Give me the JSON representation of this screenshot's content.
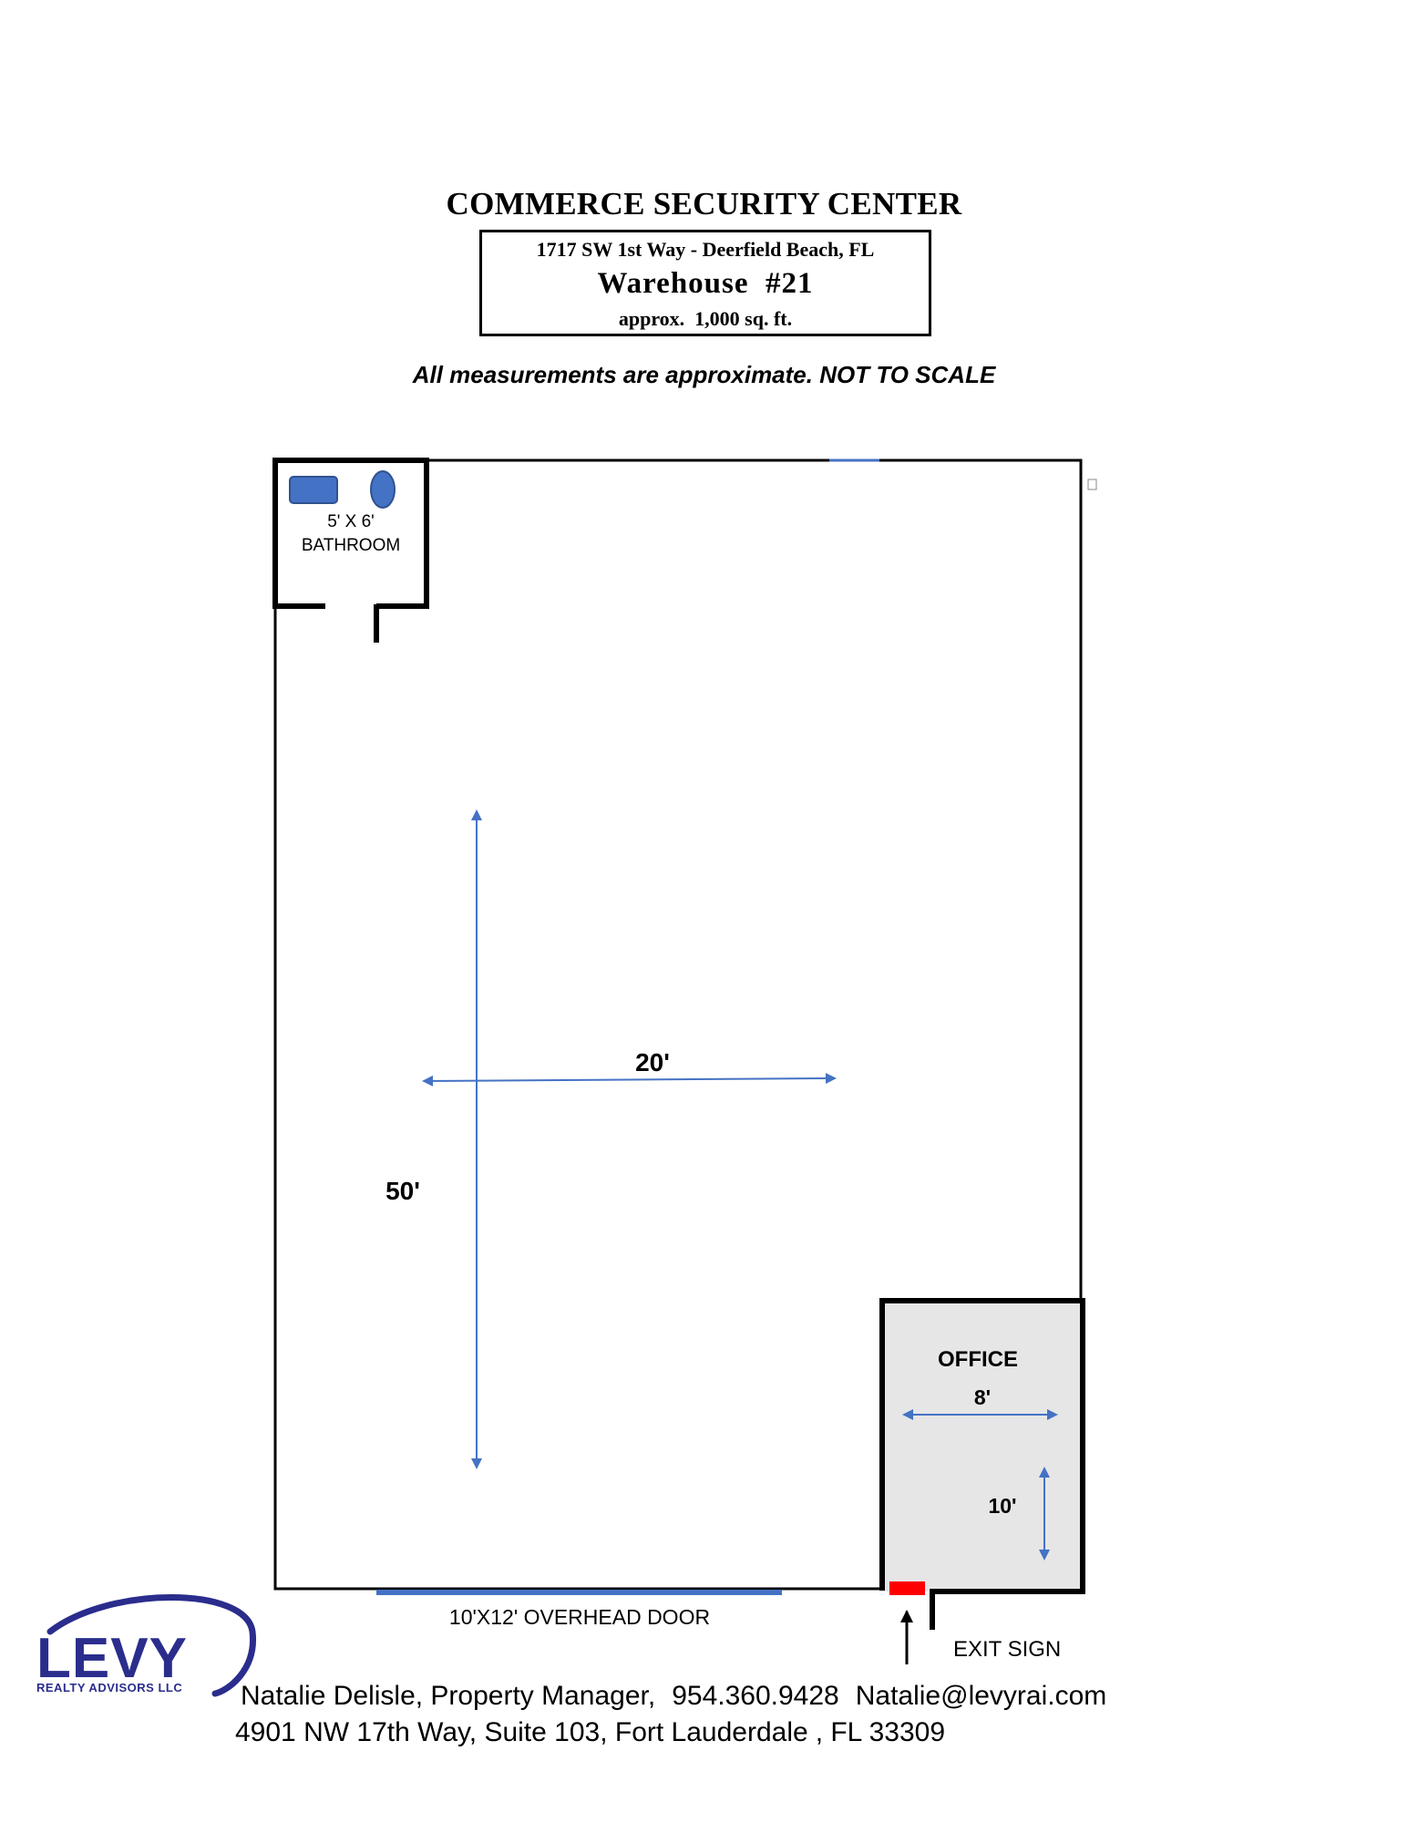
{
  "header": {
    "title": "COMMERCE SECURITY CENTER",
    "address": "1717 SW 1st Way - Deerfield Beach, FL",
    "unit": "Warehouse  #21",
    "area": "approx.  1,000 sq. ft."
  },
  "disclaimer": "All measurements are approximate. NOT TO SCALE",
  "floorplan": {
    "bathroom_size": "5' X 6'",
    "bathroom_label": "BATHROOM",
    "width_dimension": "20'",
    "length_dimension": "50'",
    "office_label": "OFFICE",
    "office_width": "8'",
    "office_length": "10'",
    "overhead_door": "10'X12' OVERHEAD DOOR",
    "exit_sign": "EXIT SIGN"
  },
  "colors": {
    "wall": "#000000",
    "fixture_blue": "#4472c4",
    "office_fill": "#e6e6e6",
    "exit_red": "#ff0000",
    "logo_navy": "#2a2d8c"
  },
  "logo": {
    "name": "LEVY",
    "tagline": "REALTY ADVISORS LLC"
  },
  "footer": {
    "contact_name": "Natalie Delisle, Property Manager,",
    "phone": "954.360.9428",
    "email": "Natalie@levyrai.com",
    "street": "4901 NW 17th Way, Suite 103, Fort Lauderdale",
    "city_state_zip": ", FL 33309"
  }
}
